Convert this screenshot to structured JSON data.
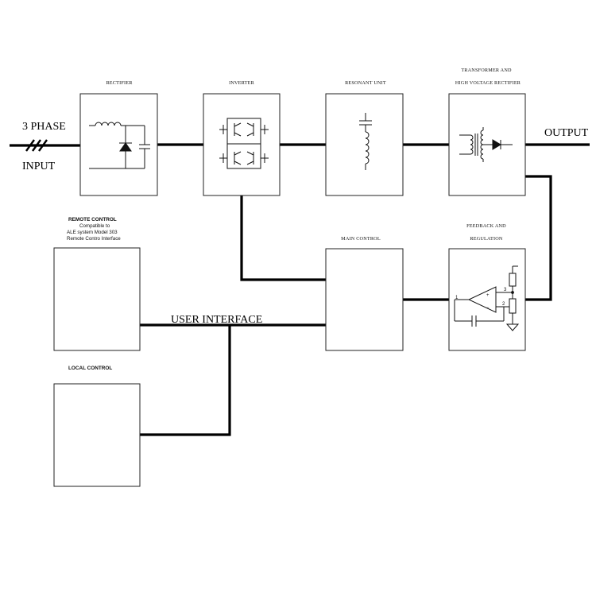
{
  "blocks": {
    "rectifier": "RECTIFIER",
    "inverter": "INVERTER",
    "resonant_unit": "RESONANT UNIT",
    "transformer_line1": "TRANSFORMER AND",
    "transformer_line2": "HIGH VOLTAGE RECTIFIER",
    "main_control": "MAIN CONTROL",
    "feedback_line1": "FEEDBACK AND",
    "feedback_line2": "REGULATION",
    "remote_control_title": "REMOTE CONTROL",
    "remote_control_line2": "Compatible to",
    "remote_control_line3": "ALE system Model 303",
    "remote_control_line4": "Remote Contro Interface",
    "local_control": "LOCAL CONTROL"
  },
  "signals": {
    "input_top": "3 PHASE",
    "input_bottom": "INPUT",
    "output": "OUTPUT",
    "user_interface": "USER INTERFACE"
  },
  "opamp": {
    "pin_out": "1",
    "pin_plus": "+",
    "pin_minus": "−",
    "pin_3": "3",
    "pin_2": "2"
  }
}
